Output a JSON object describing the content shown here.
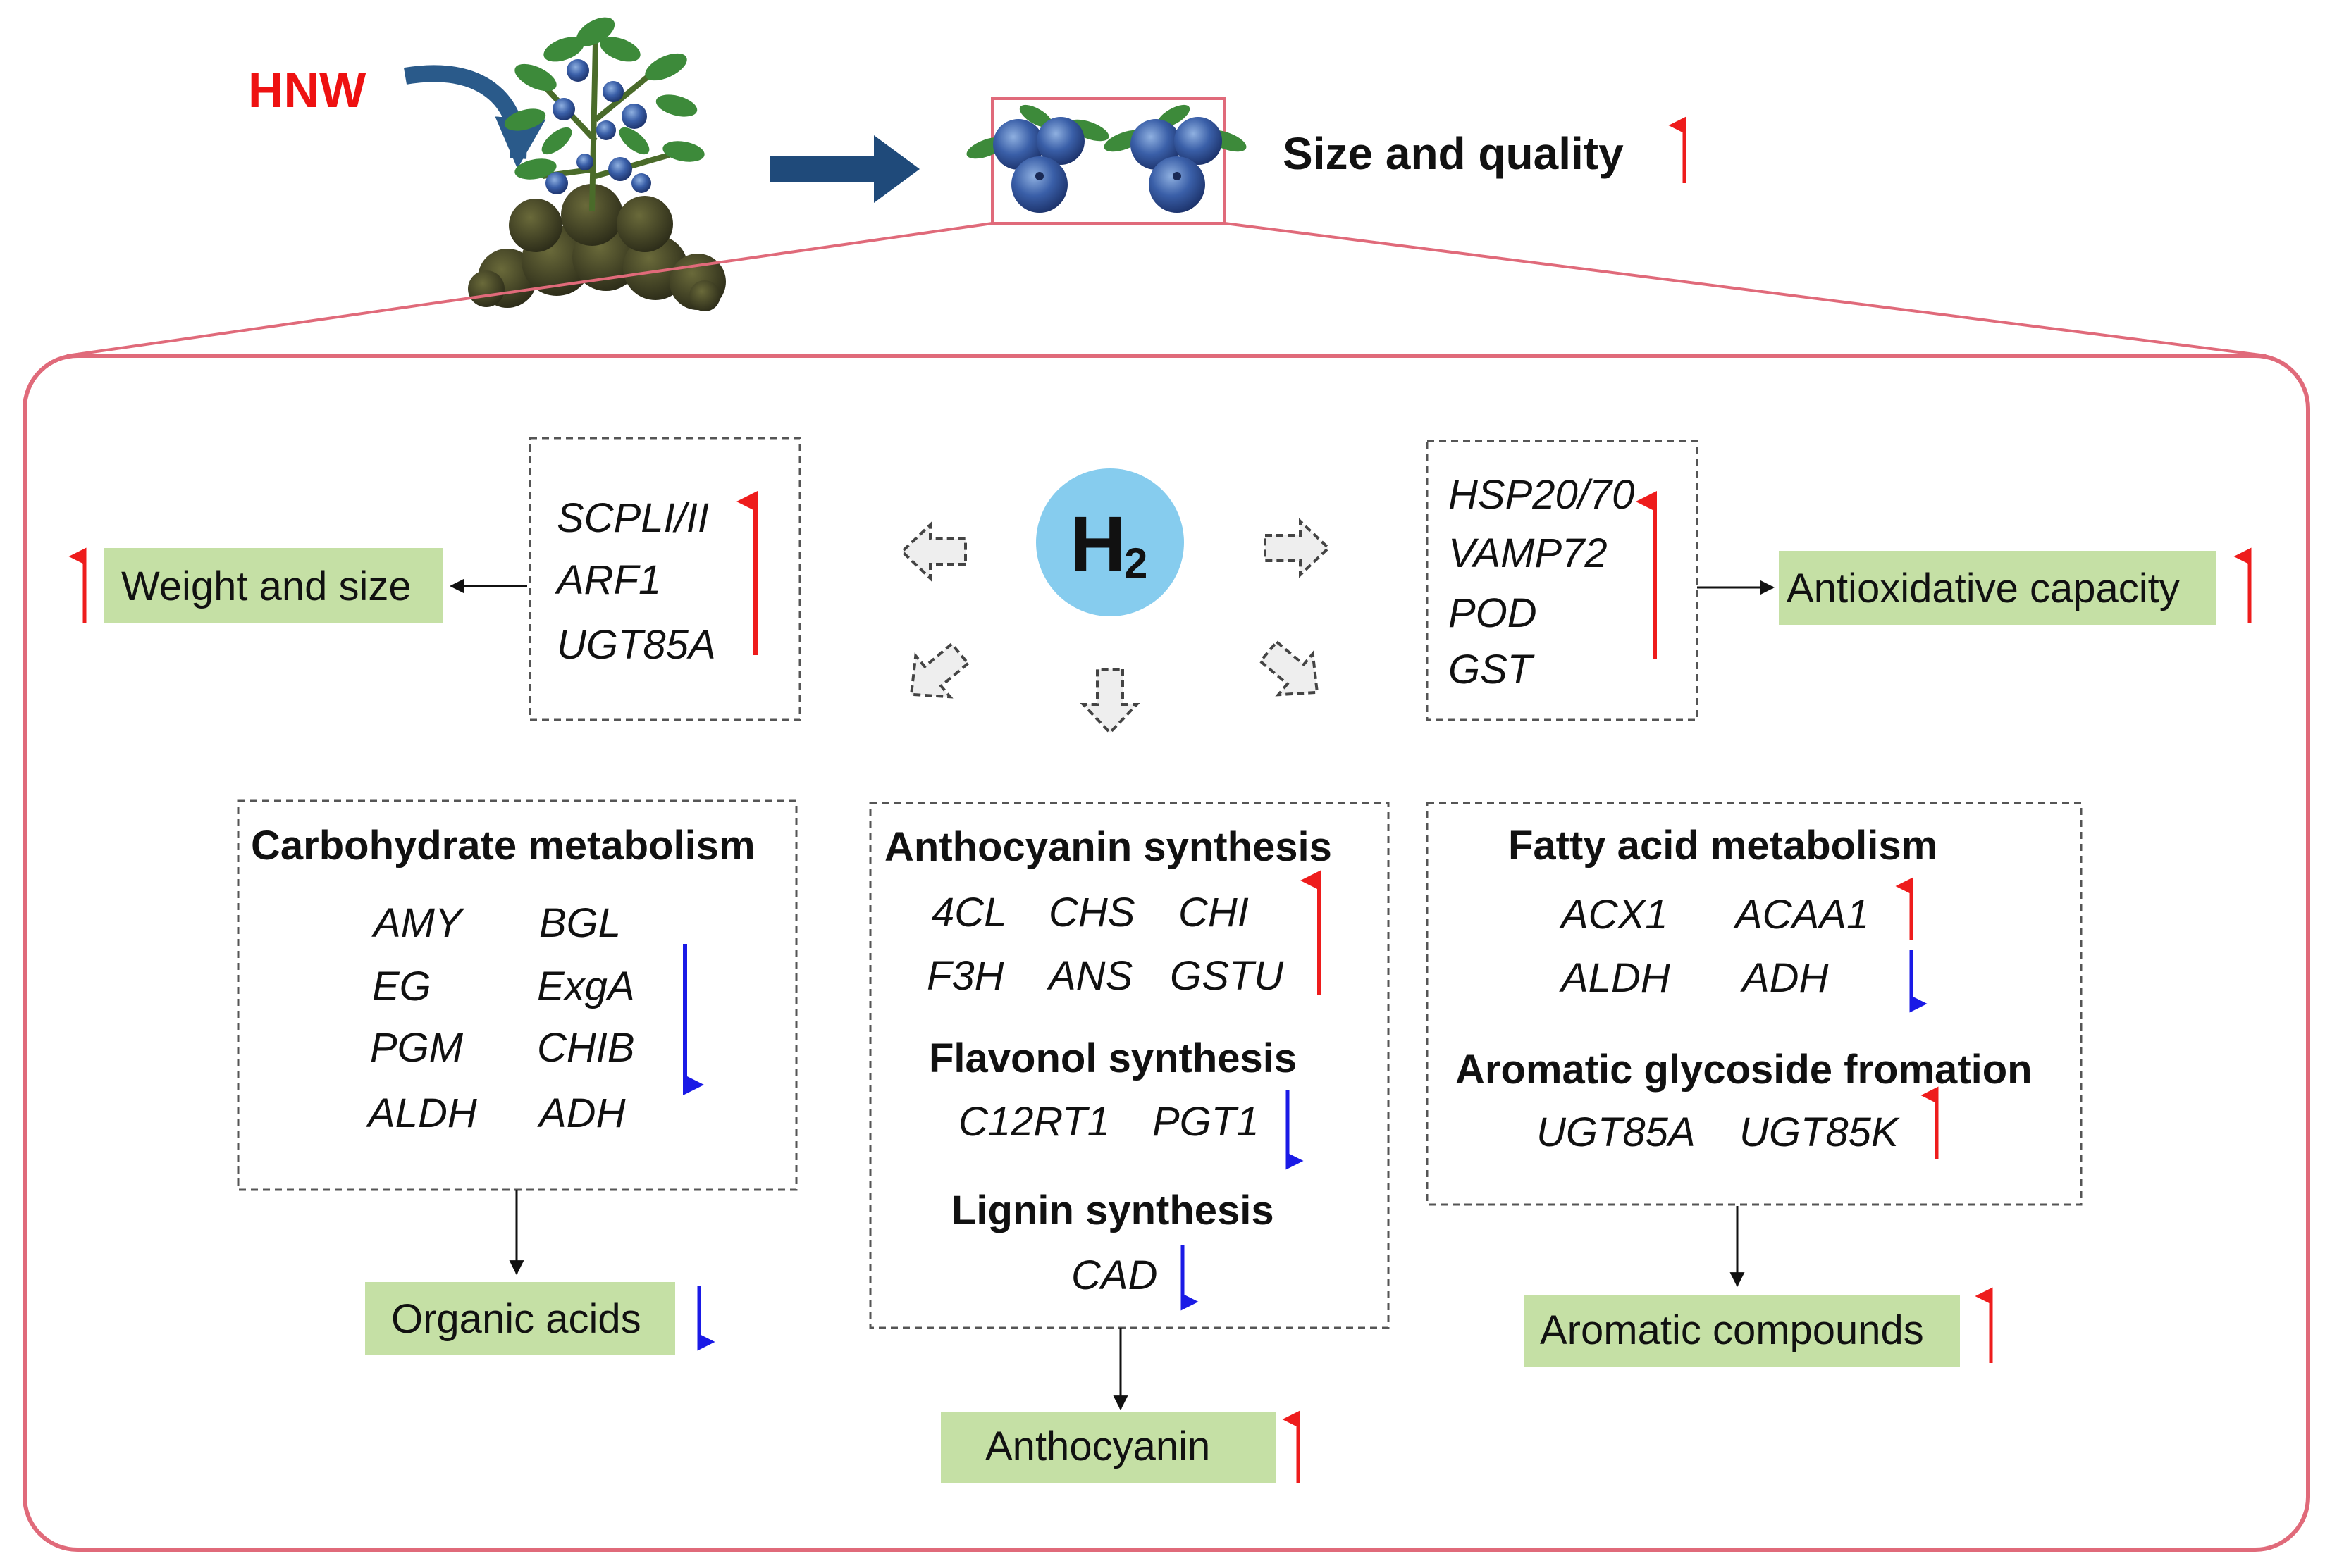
{
  "colors": {
    "up": "#ee1c1c",
    "down": "#1a1ae6",
    "panel_border": "#e06a7a",
    "outcome_fill": "#c5e0a5",
    "h2_circle": "#86ccee",
    "hnw_label": "#ee1111",
    "big_arrow": "#1f4a7a"
  },
  "header": {
    "treatment": "HNW",
    "result": "Size and quality",
    "result_trend": "up"
  },
  "center": {
    "molecule": "H",
    "subscript": "2"
  },
  "left_genes": {
    "genes": [
      "SCPLI/II",
      "ARF1",
      "UGT85A"
    ],
    "trend": "up"
  },
  "right_genes": {
    "genes": [
      "HSP20/70",
      "VAMP72",
      "POD",
      "GST"
    ],
    "trend": "up"
  },
  "weight_size": {
    "label": "Weight and size",
    "trend": "up"
  },
  "antioxidative": {
    "label": "Antioxidative capacity",
    "trend": "up"
  },
  "carbohydrate": {
    "title": "Carbohydrate metabolism",
    "genes": [
      "AMY",
      "BGL",
      "EG",
      "ExgA",
      "PGM",
      "CHIB",
      "ALDH",
      "ADH"
    ],
    "trend": "down"
  },
  "organic_acids": {
    "label": "Organic acids",
    "trend": "down"
  },
  "anthocyanin_box": {
    "title": "Anthocyanin synthesis",
    "genes": [
      "4CL",
      "CHS",
      "CHI",
      "F3H",
      "ANS",
      "GSTU"
    ],
    "trend": "up",
    "flavonol": {
      "title": "Flavonol synthesis",
      "genes": [
        "C12RT1",
        "PGT1"
      ],
      "trend": "down"
    },
    "lignin": {
      "title": "Lignin synthesis",
      "genes": [
        "CAD"
      ],
      "trend": "down"
    }
  },
  "anthocyanin": {
    "label": "Anthocyanin",
    "trend": "up"
  },
  "fatty_acid": {
    "title": "Fatty acid metabolism",
    "up_genes": [
      "ACX1",
      "ACAA1"
    ],
    "down_genes": [
      "ALDH",
      "ADH"
    ],
    "aromatic_title": "Aromatic glycoside fromation",
    "aromatic_genes": [
      "UGT85A",
      "UGT85K"
    ],
    "aromatic_trend": "up"
  },
  "aromatic_compounds": {
    "label": "Aromatic compounds",
    "trend": "up"
  }
}
